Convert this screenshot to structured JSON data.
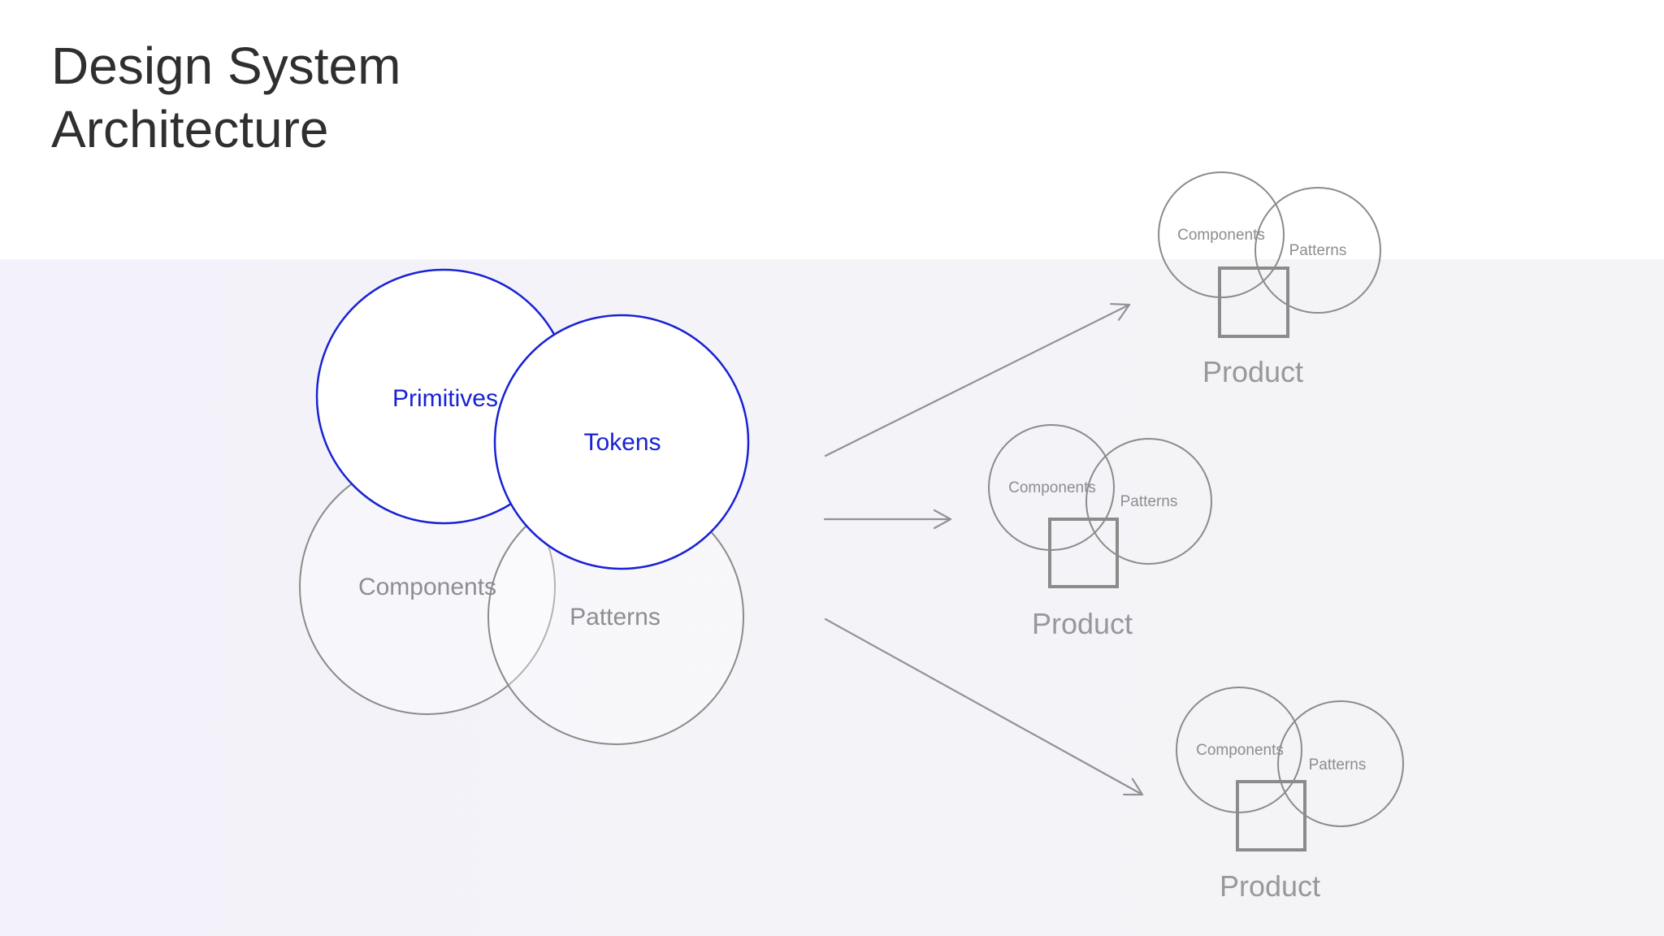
{
  "title": {
    "line1": "Design System",
    "line2": "Architecture"
  },
  "colors": {
    "accent_blue": "#1822d4",
    "shape_gray": "#8b8b8b",
    "label_gray": "#8d8d92",
    "product_label_gray": "#97979c",
    "title_color": "#2f2f2f",
    "canvas_top": "#ffffff",
    "canvas_band_left": "#f3f2fa",
    "canvas_band_right": "#f4f4f6"
  },
  "venn": {
    "primitives_label": "Primitives",
    "tokens_label": "Tokens",
    "components_label": "Components",
    "patterns_label": "Patterns"
  },
  "products": [
    {
      "components_label": "Components",
      "patterns_label": "Patterns",
      "label": "Product"
    },
    {
      "components_label": "Components",
      "patterns_label": "Patterns",
      "label": "Product"
    },
    {
      "components_label": "Components",
      "patterns_label": "Patterns",
      "label": "Product"
    }
  ]
}
